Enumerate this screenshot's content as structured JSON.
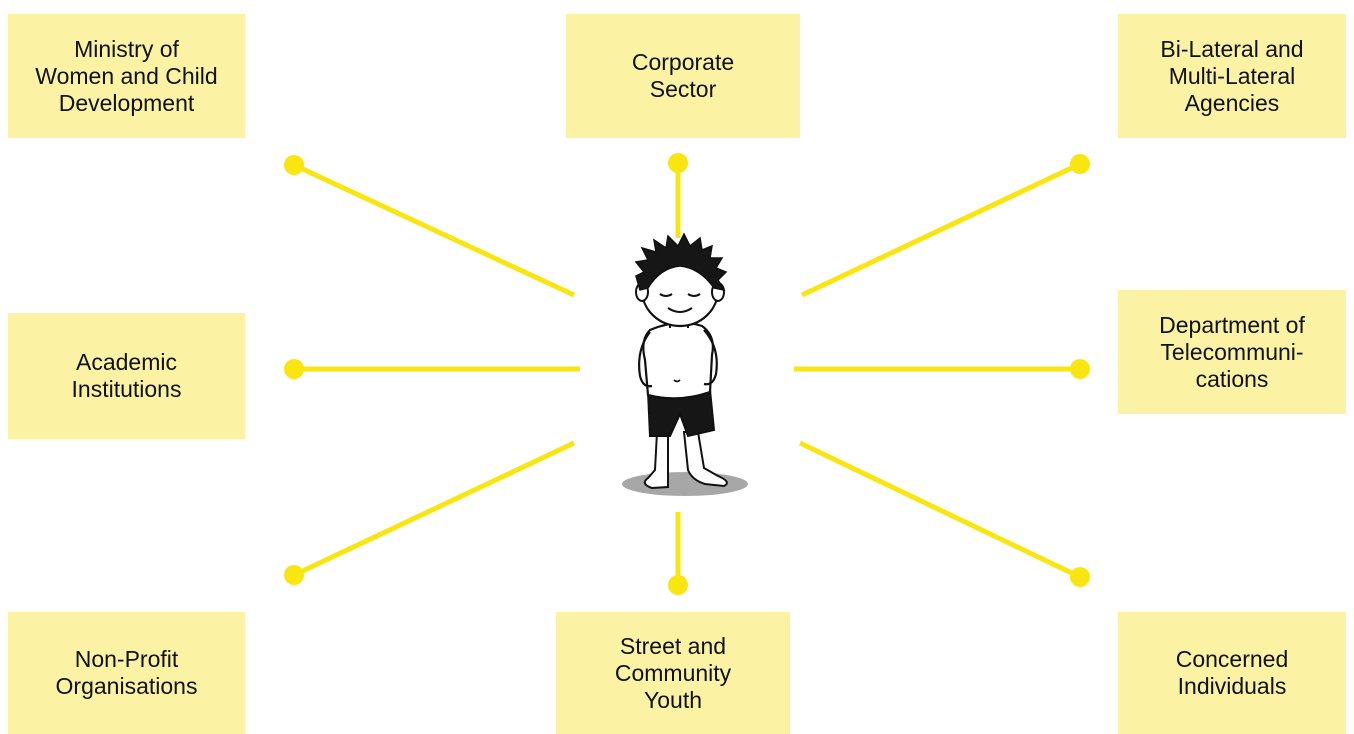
{
  "colors": {
    "box_fill": "#fbf2a3",
    "connector": "#f9e50f",
    "text": "#111111"
  },
  "stakeholders": {
    "ministry": "Ministry of\nWomen and Child\nDevelopment",
    "corporate": "Corporate\nSector",
    "bilateral": "Bi-Lateral and\nMulti-Lateral\nAgencies",
    "academic": "Academic\nInstitutions",
    "dot": "Department of\nTelecommuni-\ncations",
    "nonprofit": "Non-Profit\nOrganisations",
    "street": "Street and\nCommunity\nYouth",
    "concerned": "Concerned\nIndividuals"
  },
  "center": {
    "icon": "child-illustration-icon"
  }
}
